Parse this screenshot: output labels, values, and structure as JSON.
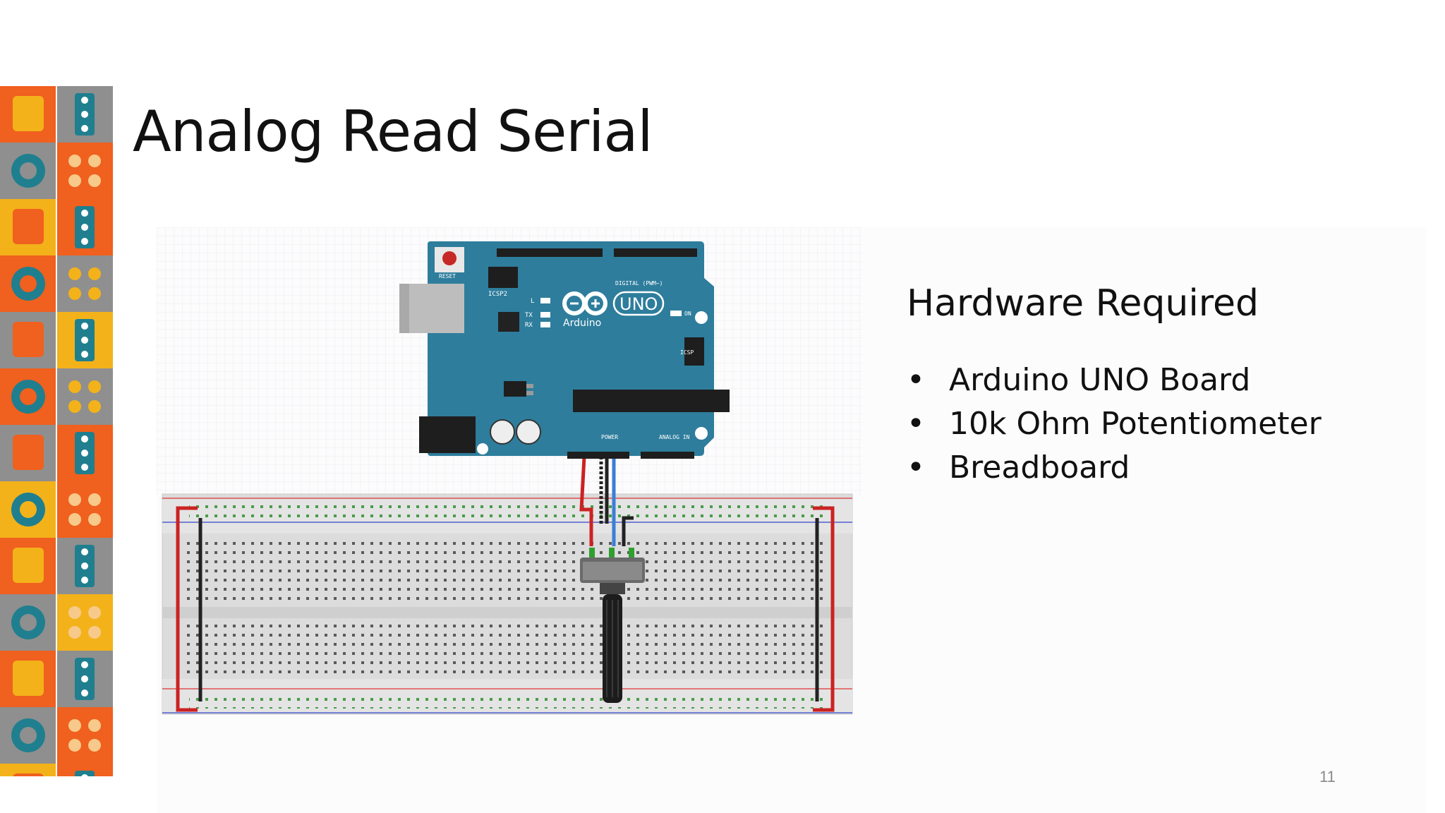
{
  "slide": {
    "title": "Analog Read Serial",
    "page_number": "11"
  },
  "hardware": {
    "heading": "Hardware Required",
    "items": [
      {
        "bullet": "•",
        "label": "Arduino UNO Board"
      },
      {
        "bullet": "•",
        "label": "10k Ohm Potentiometer"
      },
      {
        "bullet": "•",
        "label": "Breadboard"
      }
    ]
  },
  "board": {
    "brand": "Arduino",
    "model": "UNO",
    "reset_label": "RESET",
    "icsp2_label": "ICSP2",
    "icsp_label": "ICSP",
    "digital_label": "DIGITAL (PWM~)",
    "power_label": "POWER",
    "analog_label": "ANALOG IN",
    "on_label": "ON",
    "l_label": "L",
    "tx_label": "TX",
    "rx_label": "RX"
  },
  "colors": {
    "board_blue": "#2e7d9c",
    "wire_red": "#cc2222",
    "wire_blue": "#3b7fd4",
    "wire_black": "#222222",
    "strip_orange": "#f0601e",
    "strip_yellow": "#f3b21a",
    "strip_gray": "#8f8f8f",
    "strip_teal": "#1f7f8f"
  }
}
